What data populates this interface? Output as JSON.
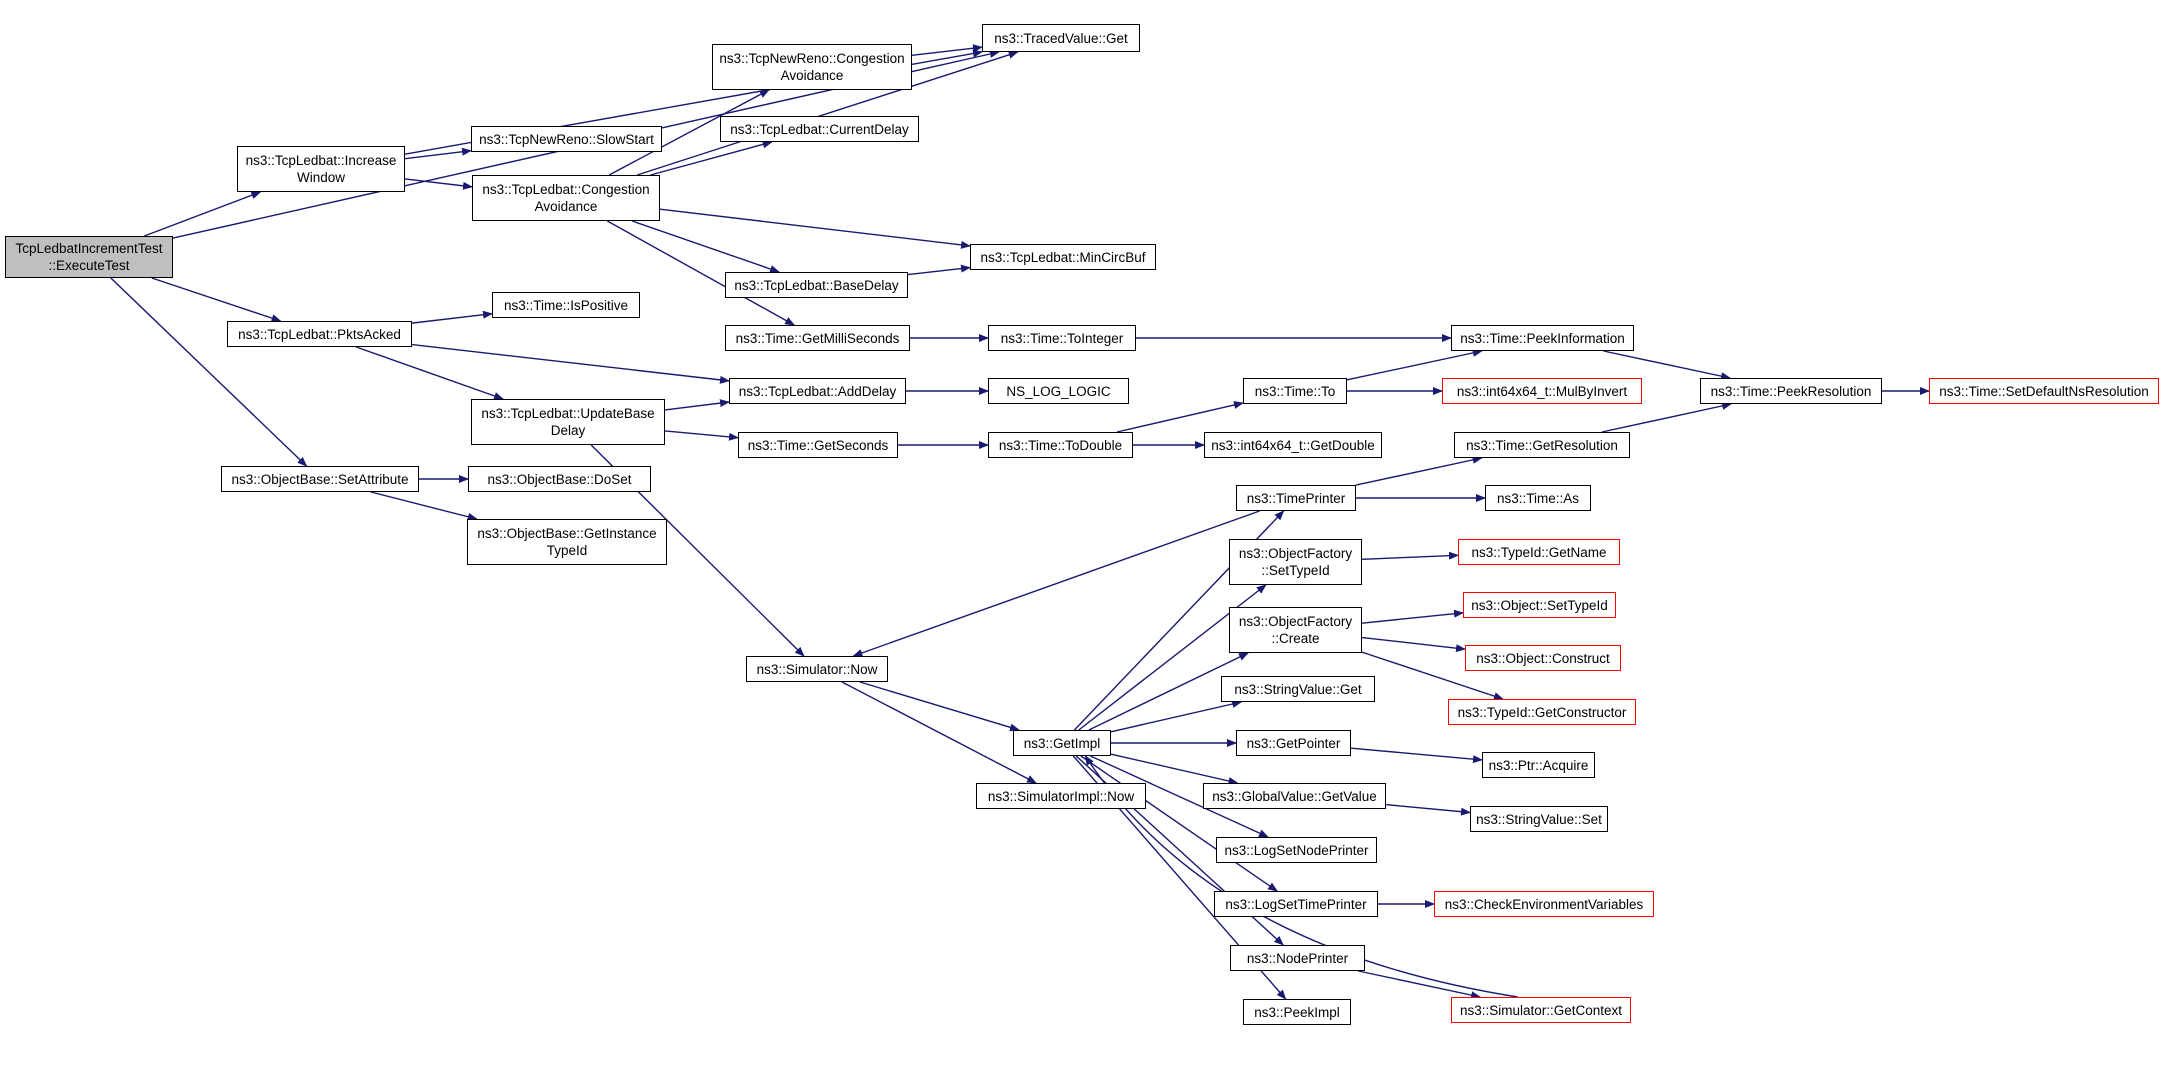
{
  "colors": {
    "edge": "#191970",
    "node_border": "#000000",
    "ext_border": "#ff0000",
    "root_fill": "#bfbfbf"
  },
  "nodes": [
    {
      "id": "root",
      "label": "TcpLedbatIncrementTest\n::ExecuteTest",
      "style": "root"
    },
    {
      "id": "increase",
      "label": "ns3::TcpLedbat::Increase\nWindow"
    },
    {
      "id": "pktsacked",
      "label": "ns3::TcpLedbat::PktsAcked"
    },
    {
      "id": "setattr",
      "label": "ns3::ObjectBase::SetAttribute"
    },
    {
      "id": "tracedget",
      "label": "ns3::TracedValue::Get"
    },
    {
      "id": "nrca",
      "label": "ns3::TcpNewReno::Congestion\nAvoidance"
    },
    {
      "id": "nrslow",
      "label": "ns3::TcpNewReno::SlowStart"
    },
    {
      "id": "curdelay",
      "label": "ns3::TcpLedbat::CurrentDelay"
    },
    {
      "id": "ledca",
      "label": "ns3::TcpLedbat::Congestion\nAvoidance"
    },
    {
      "id": "mincirc",
      "label": "ns3::TcpLedbat::MinCircBuf"
    },
    {
      "id": "basedelay",
      "label": "ns3::TcpLedbat::BaseDelay"
    },
    {
      "id": "ispositive",
      "label": "ns3::Time::IsPositive"
    },
    {
      "id": "getms",
      "label": "ns3::Time::GetMilliSeconds"
    },
    {
      "id": "tointeger",
      "label": "ns3::Time::ToInteger"
    },
    {
      "id": "peekinfo",
      "label": "ns3::Time::PeekInformation"
    },
    {
      "id": "adddelay",
      "label": "ns3::TcpLedbat::AddDelay"
    },
    {
      "id": "nslog",
      "label": "NS_LOG_LOGIC"
    },
    {
      "id": "updbase",
      "label": "ns3::TcpLedbat::UpdateBase\nDelay"
    },
    {
      "id": "timeto",
      "label": "ns3::Time::To"
    },
    {
      "id": "mulbyinv",
      "label": "ns3::int64x64_t::MulByInvert",
      "style": "red"
    },
    {
      "id": "peekres",
      "label": "ns3::Time::PeekResolution"
    },
    {
      "id": "setdefns",
      "label": "ns3::Time::SetDefaultNsResolution",
      "style": "red"
    },
    {
      "id": "getsec",
      "label": "ns3::Time::GetSeconds"
    },
    {
      "id": "todouble",
      "label": "ns3::Time::ToDouble"
    },
    {
      "id": "getdouble",
      "label": "ns3::int64x64_t::GetDouble"
    },
    {
      "id": "getres",
      "label": "ns3::Time::GetResolution"
    },
    {
      "id": "dosert",
      "label": "ns3::ObjectBase::DoSet"
    },
    {
      "id": "getinst",
      "label": "ns3::ObjectBase::GetInstance\nTypeId"
    },
    {
      "id": "timeprinter",
      "label": "ns3::TimePrinter"
    },
    {
      "id": "timeas",
      "label": "ns3::Time::As"
    },
    {
      "id": "ofsettype",
      "label": "ns3::ObjectFactory\n::SetTypeId"
    },
    {
      "id": "tgetname",
      "label": "ns3::TypeId::GetName",
      "style": "red"
    },
    {
      "id": "ofcreate",
      "label": "ns3::ObjectFactory\n::Create"
    },
    {
      "id": "objsettype",
      "label": "ns3::Object::SetTypeId",
      "style": "red"
    },
    {
      "id": "objconstruct",
      "label": "ns3::Object::Construct",
      "style": "red"
    },
    {
      "id": "getctor",
      "label": "ns3::TypeId::GetConstructor",
      "style": "red"
    },
    {
      "id": "simnow",
      "label": "ns3::Simulator::Now"
    },
    {
      "id": "strget",
      "label": "ns3::StringValue::Get"
    },
    {
      "id": "getimpl",
      "label": "ns3::GetImpl"
    },
    {
      "id": "getpointer",
      "label": "ns3::GetPointer"
    },
    {
      "id": "ptracq",
      "label": "ns3::Ptr::Acquire"
    },
    {
      "id": "gvget",
      "label": "ns3::GlobalValue::GetValue"
    },
    {
      "id": "strset",
      "label": "ns3::StringValue::Set"
    },
    {
      "id": "simimplnow",
      "label": "ns3::SimulatorImpl::Now"
    },
    {
      "id": "lognode",
      "label": "ns3::LogSetNodePrinter"
    },
    {
      "id": "logtime",
      "label": "ns3::LogSetTimePrinter"
    },
    {
      "id": "checkenv",
      "label": "ns3::CheckEnvironmentVariables",
      "style": "red"
    },
    {
      "id": "nodeprinter",
      "label": "ns3::NodePrinter"
    },
    {
      "id": "getcontext",
      "label": "ns3::Simulator::GetContext",
      "style": "red"
    },
    {
      "id": "peekimpl",
      "label": "ns3::PeekImpl"
    }
  ],
  "edges": [
    [
      "root",
      "tracedget"
    ],
    [
      "root",
      "increase"
    ],
    [
      "root",
      "pktsacked"
    ],
    [
      "root",
      "setattr"
    ],
    [
      "increase",
      "tracedget"
    ],
    [
      "increase",
      "nrslow"
    ],
    [
      "increase",
      "ledca"
    ],
    [
      "ledca",
      "nrca"
    ],
    [
      "ledca",
      "curdelay"
    ],
    [
      "ledca",
      "tracedget"
    ],
    [
      "ledca",
      "mincirc"
    ],
    [
      "ledca",
      "basedelay"
    ],
    [
      "ledca",
      "getms"
    ],
    [
      "nrca",
      "tracedget"
    ],
    [
      "basedelay",
      "mincirc"
    ],
    [
      "getms",
      "tointeger"
    ],
    [
      "tointeger",
      "peekinfo"
    ],
    [
      "peekinfo",
      "peekres"
    ],
    [
      "peekres",
      "setdefns"
    ],
    [
      "pktsacked",
      "ispositive"
    ],
    [
      "pktsacked",
      "adddelay"
    ],
    [
      "pktsacked",
      "updbase"
    ],
    [
      "updbase",
      "adddelay"
    ],
    [
      "updbase",
      "getsec"
    ],
    [
      "updbase",
      "simnow"
    ],
    [
      "adddelay",
      "nslog"
    ],
    [
      "getsec",
      "todouble"
    ],
    [
      "todouble",
      "timeto"
    ],
    [
      "todouble",
      "getdouble"
    ],
    [
      "timeto",
      "peekinfo"
    ],
    [
      "timeto",
      "mulbyinv"
    ],
    [
      "getres",
      "peekres"
    ],
    [
      "setattr",
      "dosert"
    ],
    [
      "setattr",
      "getinst"
    ],
    [
      "timeprinter",
      "getres"
    ],
    [
      "timeprinter",
      "timeas"
    ],
    [
      "timeprinter",
      "simnow"
    ],
    [
      "ofsettype",
      "tgetname"
    ],
    [
      "ofcreate",
      "objsettype"
    ],
    [
      "ofcreate",
      "objconstruct"
    ],
    [
      "ofcreate",
      "getctor"
    ],
    [
      "simnow",
      "getimpl"
    ],
    [
      "simnow",
      "simimplnow"
    ],
    [
      "getimpl",
      "timeprinter"
    ],
    [
      "getimpl",
      "ofsettype"
    ],
    [
      "getimpl",
      "ofcreate"
    ],
    [
      "getimpl",
      "strget"
    ],
    [
      "getimpl",
      "getpointer"
    ],
    [
      "getimpl",
      "gvget"
    ],
    [
      "getimpl",
      "lognode"
    ],
    [
      "getimpl",
      "logtime"
    ],
    [
      "getimpl",
      "nodeprinter"
    ],
    [
      "getimpl",
      "peekimpl"
    ],
    [
      "getpointer",
      "ptracq"
    ],
    [
      "gvget",
      "strset"
    ],
    [
      "logtime",
      "checkenv"
    ],
    [
      "nodeprinter",
      "getcontext"
    ],
    [
      "getcontext",
      "getimpl"
    ]
  ]
}
